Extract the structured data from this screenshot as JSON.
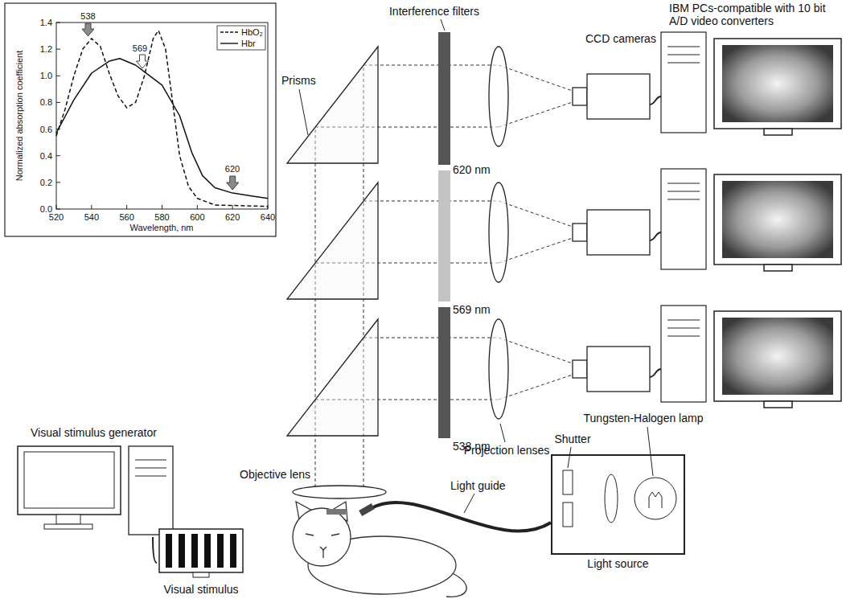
{
  "diagram": {
    "nodes": [
      {
        "text": [
          "Visual stimulus generator"
        ]
      },
      {
        "text": [
          "Visual stimulus"
        ]
      },
      {
        "text": [
          "Light source"
        ]
      }
    ],
    "edges": [
      {
        "from": 0,
        "to": 1,
        "arrow": "none"
      }
    ],
    "labels": [
      "538",
      "569",
      "620",
      "1.4",
      "1.2",
      "1.0",
      "0.8",
      "0.6",
      "0.4",
      "0.2",
      "0.0",
      "520",
      "540",
      "560",
      "580",
      "600",
      "620",
      "640",
      "Normalized absorption coefficient",
      "Wavelength, nm",
      "Interference filters",
      "IBM PCs-compatible with 10 bit A/D video converters",
      "Prisms",
      "CCD cameras",
      "620 nm",
      "569 nm",
      "538 nm",
      "Projection lenses",
      "Objective lens",
      "Light guide",
      "Shutter",
      "Tungsten-Halogen lamp"
    ],
    "legend": [
      {
        "text": "HbO₂"
      },
      {
        "text": "Hbr"
      }
    ]
  }
}
